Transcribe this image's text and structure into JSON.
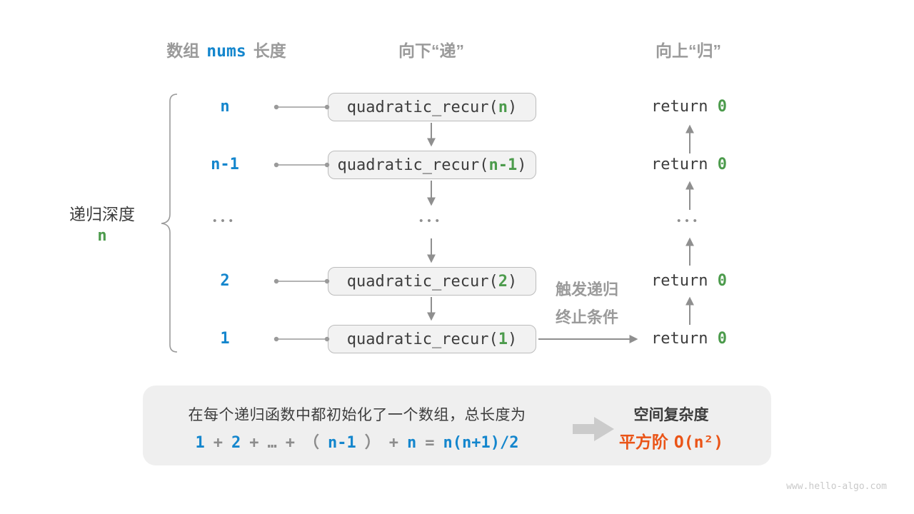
{
  "colors": {
    "blue": "#1486cd",
    "green": "#4c9b4c",
    "orange": "#ea5417",
    "gray": "#9a9a9a",
    "dark": "#3d3d3d",
    "line": "#8f8f8f"
  },
  "headers": {
    "left_prefix": "数组",
    "left_code": "nums",
    "left_suffix": "长度",
    "down": "向下“递”",
    "up": "向上“归”"
  },
  "depth_label": {
    "text": "递归深度",
    "value": "n"
  },
  "rows": [
    {
      "label": "n",
      "call_prefix": "quadratic_recur(",
      "call_arg": "n",
      "call_suffix": ")",
      "return_kw": "return ",
      "return_val": "0"
    },
    {
      "label": "n-1",
      "call_prefix": "quadratic_recur(",
      "call_arg": "n-1",
      "call_suffix": ")",
      "return_kw": "return ",
      "return_val": "0"
    },
    {
      "label": "•••",
      "call": "•••",
      "return": "•••"
    },
    {
      "label": "2",
      "call_prefix": "quadratic_recur(",
      "call_arg": "2",
      "call_suffix": ")",
      "return_kw": "return ",
      "return_val": "0"
    },
    {
      "label": "1",
      "call_prefix": "quadratic_recur(",
      "call_arg": "1",
      "call_suffix": ")",
      "return_kw": "return ",
      "return_val": "0"
    }
  ],
  "base_case_note": {
    "line1": "触发递归",
    "line2": "终止条件"
  },
  "summary": {
    "line1": "在每个递归函数中都初始化了一个数组，总长度为",
    "formula": [
      {
        "text": "1"
      },
      {
        "text": "+"
      },
      {
        "text": "2"
      },
      {
        "text": "+"
      },
      {
        "text": "…"
      },
      {
        "text": "+"
      },
      {
        "text": "（"
      },
      {
        "text": "n-1"
      },
      {
        "text": "）"
      },
      {
        "text": "+"
      },
      {
        "text": "n"
      },
      {
        "text": "="
      },
      {
        "text": "n(n+1)/2"
      }
    ],
    "complexity_title": "空间复杂度",
    "complexity_prefix": "平方阶",
    "complexity_value": "O(n²)"
  },
  "watermark": "www.hello-algo.com"
}
